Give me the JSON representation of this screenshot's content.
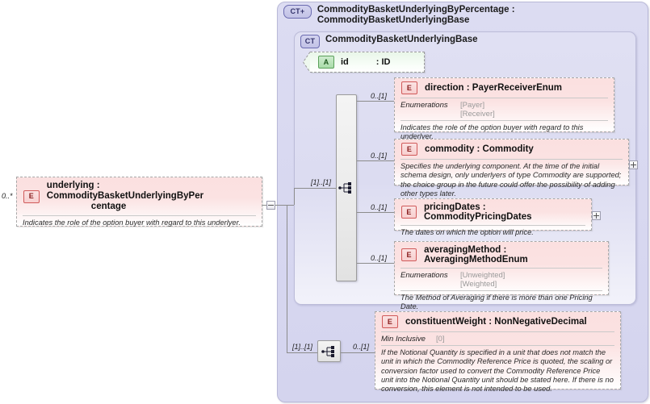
{
  "diagram": {
    "type": "xsd-schema-diagram",
    "outer_container": {
      "badge": "CT+",
      "badge_name": "complex-type-expandable-icon",
      "title": "CommodityBasketUnderlyingByPercentage : CommodityBasketUnderlyingBase"
    },
    "inner_container": {
      "badge": "CT",
      "badge_name": "complex-type-icon",
      "title": "CommodityBasketUnderlyingBase"
    },
    "attribute": {
      "badge": "A",
      "badge_name": "attribute-icon",
      "name": "id",
      "type": ": ID"
    },
    "left_element": {
      "badge": "E",
      "cardinality": "0..*",
      "title_line1": "underlying : CommodityBasketUnderlyingByPer",
      "title_line2": "centage",
      "documentation": "Indicates the role of the option buyer with regard to this underlyer.",
      "toggle": "minus"
    },
    "sequence_main": {
      "icon": "sequence-icon",
      "cardinality_left": "[1]..[1]"
    },
    "sequence_weight": {
      "icon": "sequence-icon",
      "cardinality_left": "[1]..[1]",
      "cardinality_right": "0..[1]"
    },
    "elements": [
      {
        "badge": "E",
        "cardinality": "0..[1]",
        "title": "direction : PayerReceiverEnum",
        "facet_label": "Enumerations",
        "facet_values": [
          "[Payer]",
          "[Receiver]"
        ],
        "documentation": "Indicates the role of the option buyer with regard to this underlyer.",
        "expand": false
      },
      {
        "badge": "E",
        "cardinality": "0..[1]",
        "title": "commodity : Commodity",
        "facet_label": "",
        "facet_values": [],
        "documentation": "Specifies the underlying component. At the time of the initial schema design, only underlyers of type Commodity are supported; the choice group in the future could offer the possibility of adding other types later.",
        "expand": true
      },
      {
        "badge": "E",
        "cardinality": "0..[1]",
        "title": "pricingDates : CommodityPricingDates",
        "facet_label": "",
        "facet_values": [],
        "documentation": "The dates on which the option will price.",
        "expand": true
      },
      {
        "badge": "E",
        "cardinality": "0..[1]",
        "title": "averagingMethod : AveragingMethodEnum",
        "facet_label": "Enumerations",
        "facet_values": [
          "[Unweighted]",
          "[Weighted]"
        ],
        "documentation": "The Method of Averaging if there is more than one Pricing Date.",
        "expand": false
      }
    ],
    "constituent_weight": {
      "badge": "E",
      "title": "constituentWeight : NonNegativeDecimal",
      "facet_label": "Min Inclusive",
      "facet_values": [
        "[0]"
      ],
      "documentation": "If the Notional Quantity is specified in a unit that does not match the unit in which the Commodity Reference Price is quoted, the scaling or conversion factor used to convert the Commodity Reference Price unit into the Notional Quantity unit should be stated here. If there is no conversion, this element is not intended to be used."
    },
    "colors": {
      "container_fill": "#dcdcf2",
      "element_fill": "#fbe0e0",
      "attribute_fill": "#e8f6e8",
      "line": "#8c8c8c"
    }
  }
}
